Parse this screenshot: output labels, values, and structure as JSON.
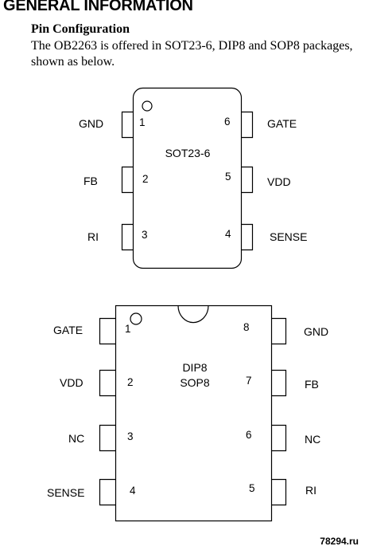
{
  "heading": "GENERAL INFORMATION",
  "subheading": "Pin Configuration",
  "paragraph": "The OB2263 is offered in SOT23-6, DIP8 and SOP8 packages, shown as below.",
  "sot": {
    "name": "SOT23-6",
    "left_pins": [
      {
        "num": "1",
        "label": "GND"
      },
      {
        "num": "2",
        "label": "FB"
      },
      {
        "num": "3",
        "label": "RI"
      }
    ],
    "right_pins": [
      {
        "num": "6",
        "label": "GATE"
      },
      {
        "num": "5",
        "label": "VDD"
      },
      {
        "num": "4",
        "label": "SENSE"
      }
    ]
  },
  "dip": {
    "name_line1": "DIP8",
    "name_line2": "SOP8",
    "left_pins": [
      {
        "num": "1",
        "label": "GATE"
      },
      {
        "num": "2",
        "label": "VDD"
      },
      {
        "num": "3",
        "label": "NC"
      },
      {
        "num": "4",
        "label": "SENSE"
      }
    ],
    "right_pins": [
      {
        "num": "8",
        "label": "GND"
      },
      {
        "num": "7",
        "label": "FB"
      },
      {
        "num": "6",
        "label": "NC"
      },
      {
        "num": "5",
        "label": "RI"
      }
    ]
  },
  "watermark": "78294.ru"
}
